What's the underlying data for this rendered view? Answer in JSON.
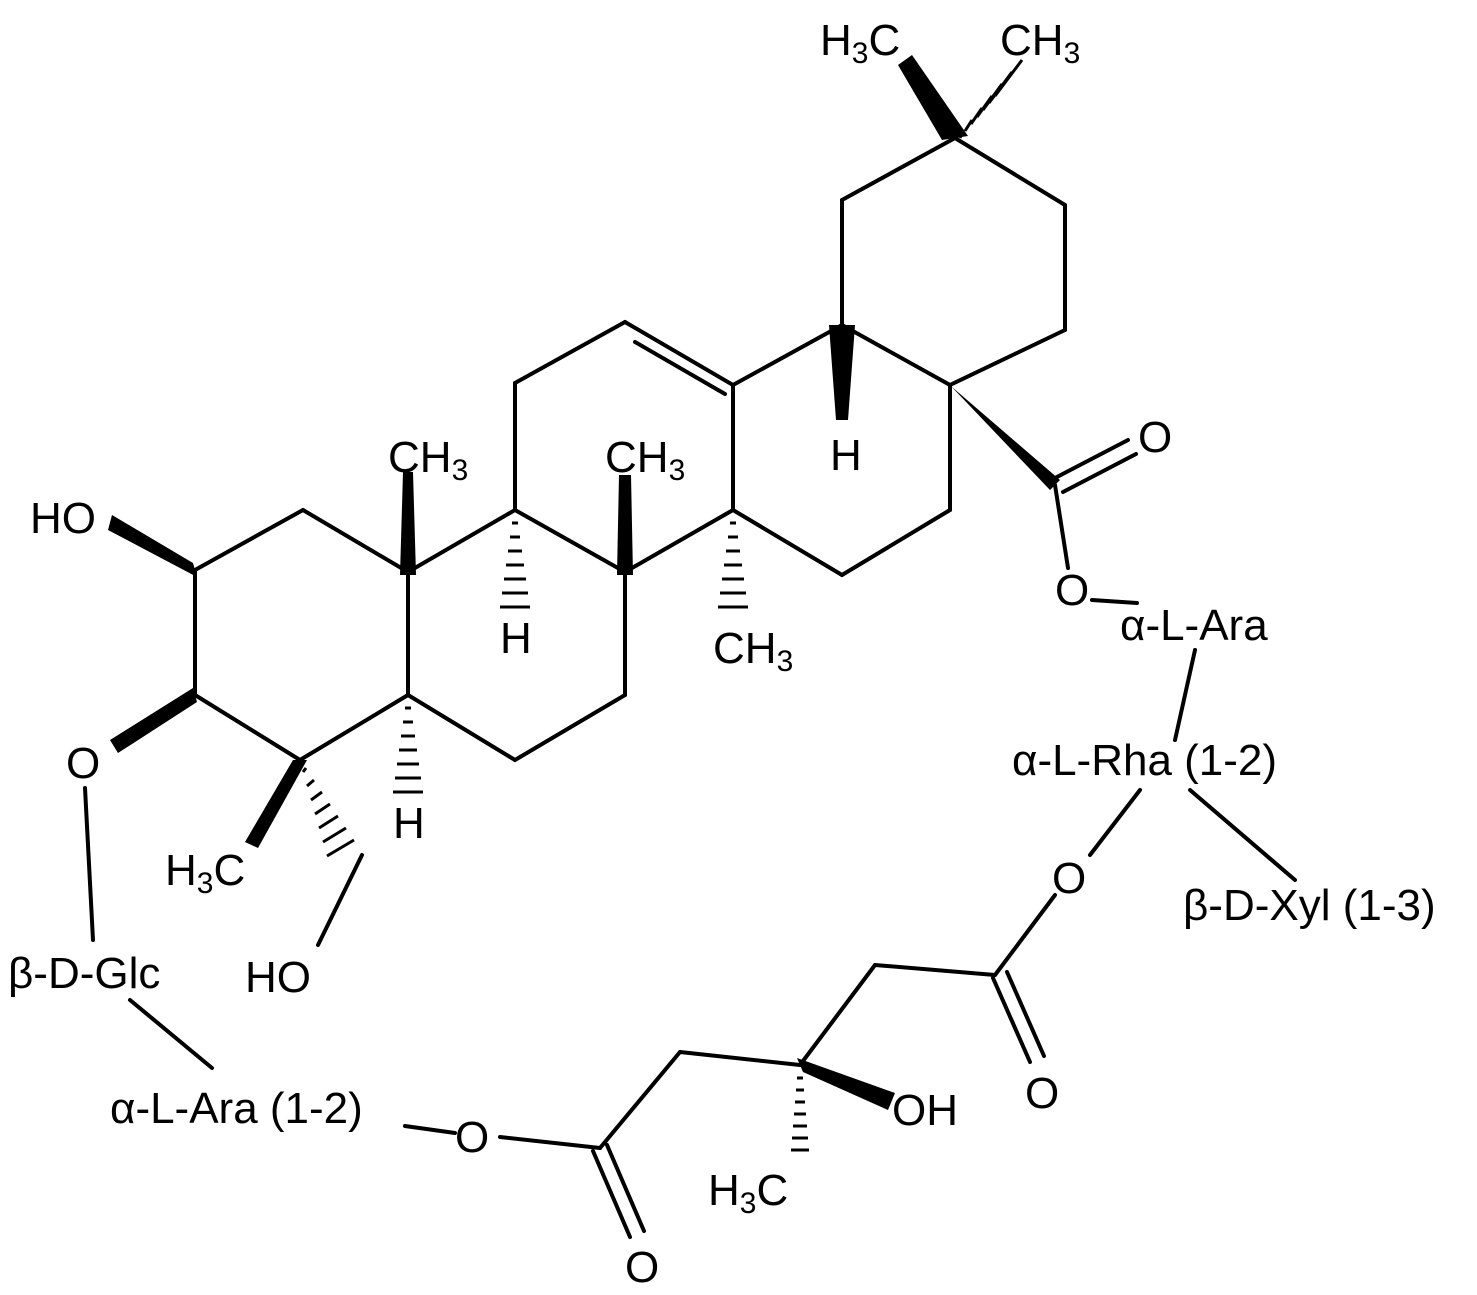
{
  "atom_labels": {
    "me_top_left": "H3C",
    "me_top_right": "CH3",
    "carbonyl_o_top": "O",
    "h_18": "H",
    "ester_o_top": "O",
    "sugar_ara_top": "α-L-Ara",
    "sugar_rha": "α-L-Rha (1-2)",
    "rha_o": "O",
    "sugar_xyl": "β-D-Xyl (1-3)",
    "ch3_c8": "CH3",
    "ch3_c10": "CH3",
    "ho_c2": "HO",
    "h_9": "H",
    "ch3_c14": "CH3",
    "o_c3": "O",
    "h_5": "H",
    "me_c4": "H3C",
    "ho_c23": "HO",
    "sugar_glc": "β-D-Glc",
    "sugar_ara_bottom": "α-L-Ara (1-2)",
    "o_ester_bottom": "O",
    "o_carbonyl_right": "O",
    "oh_hmg": "OH",
    "me_hmg": "H3C",
    "o_carbonyl_bottom": "O"
  }
}
